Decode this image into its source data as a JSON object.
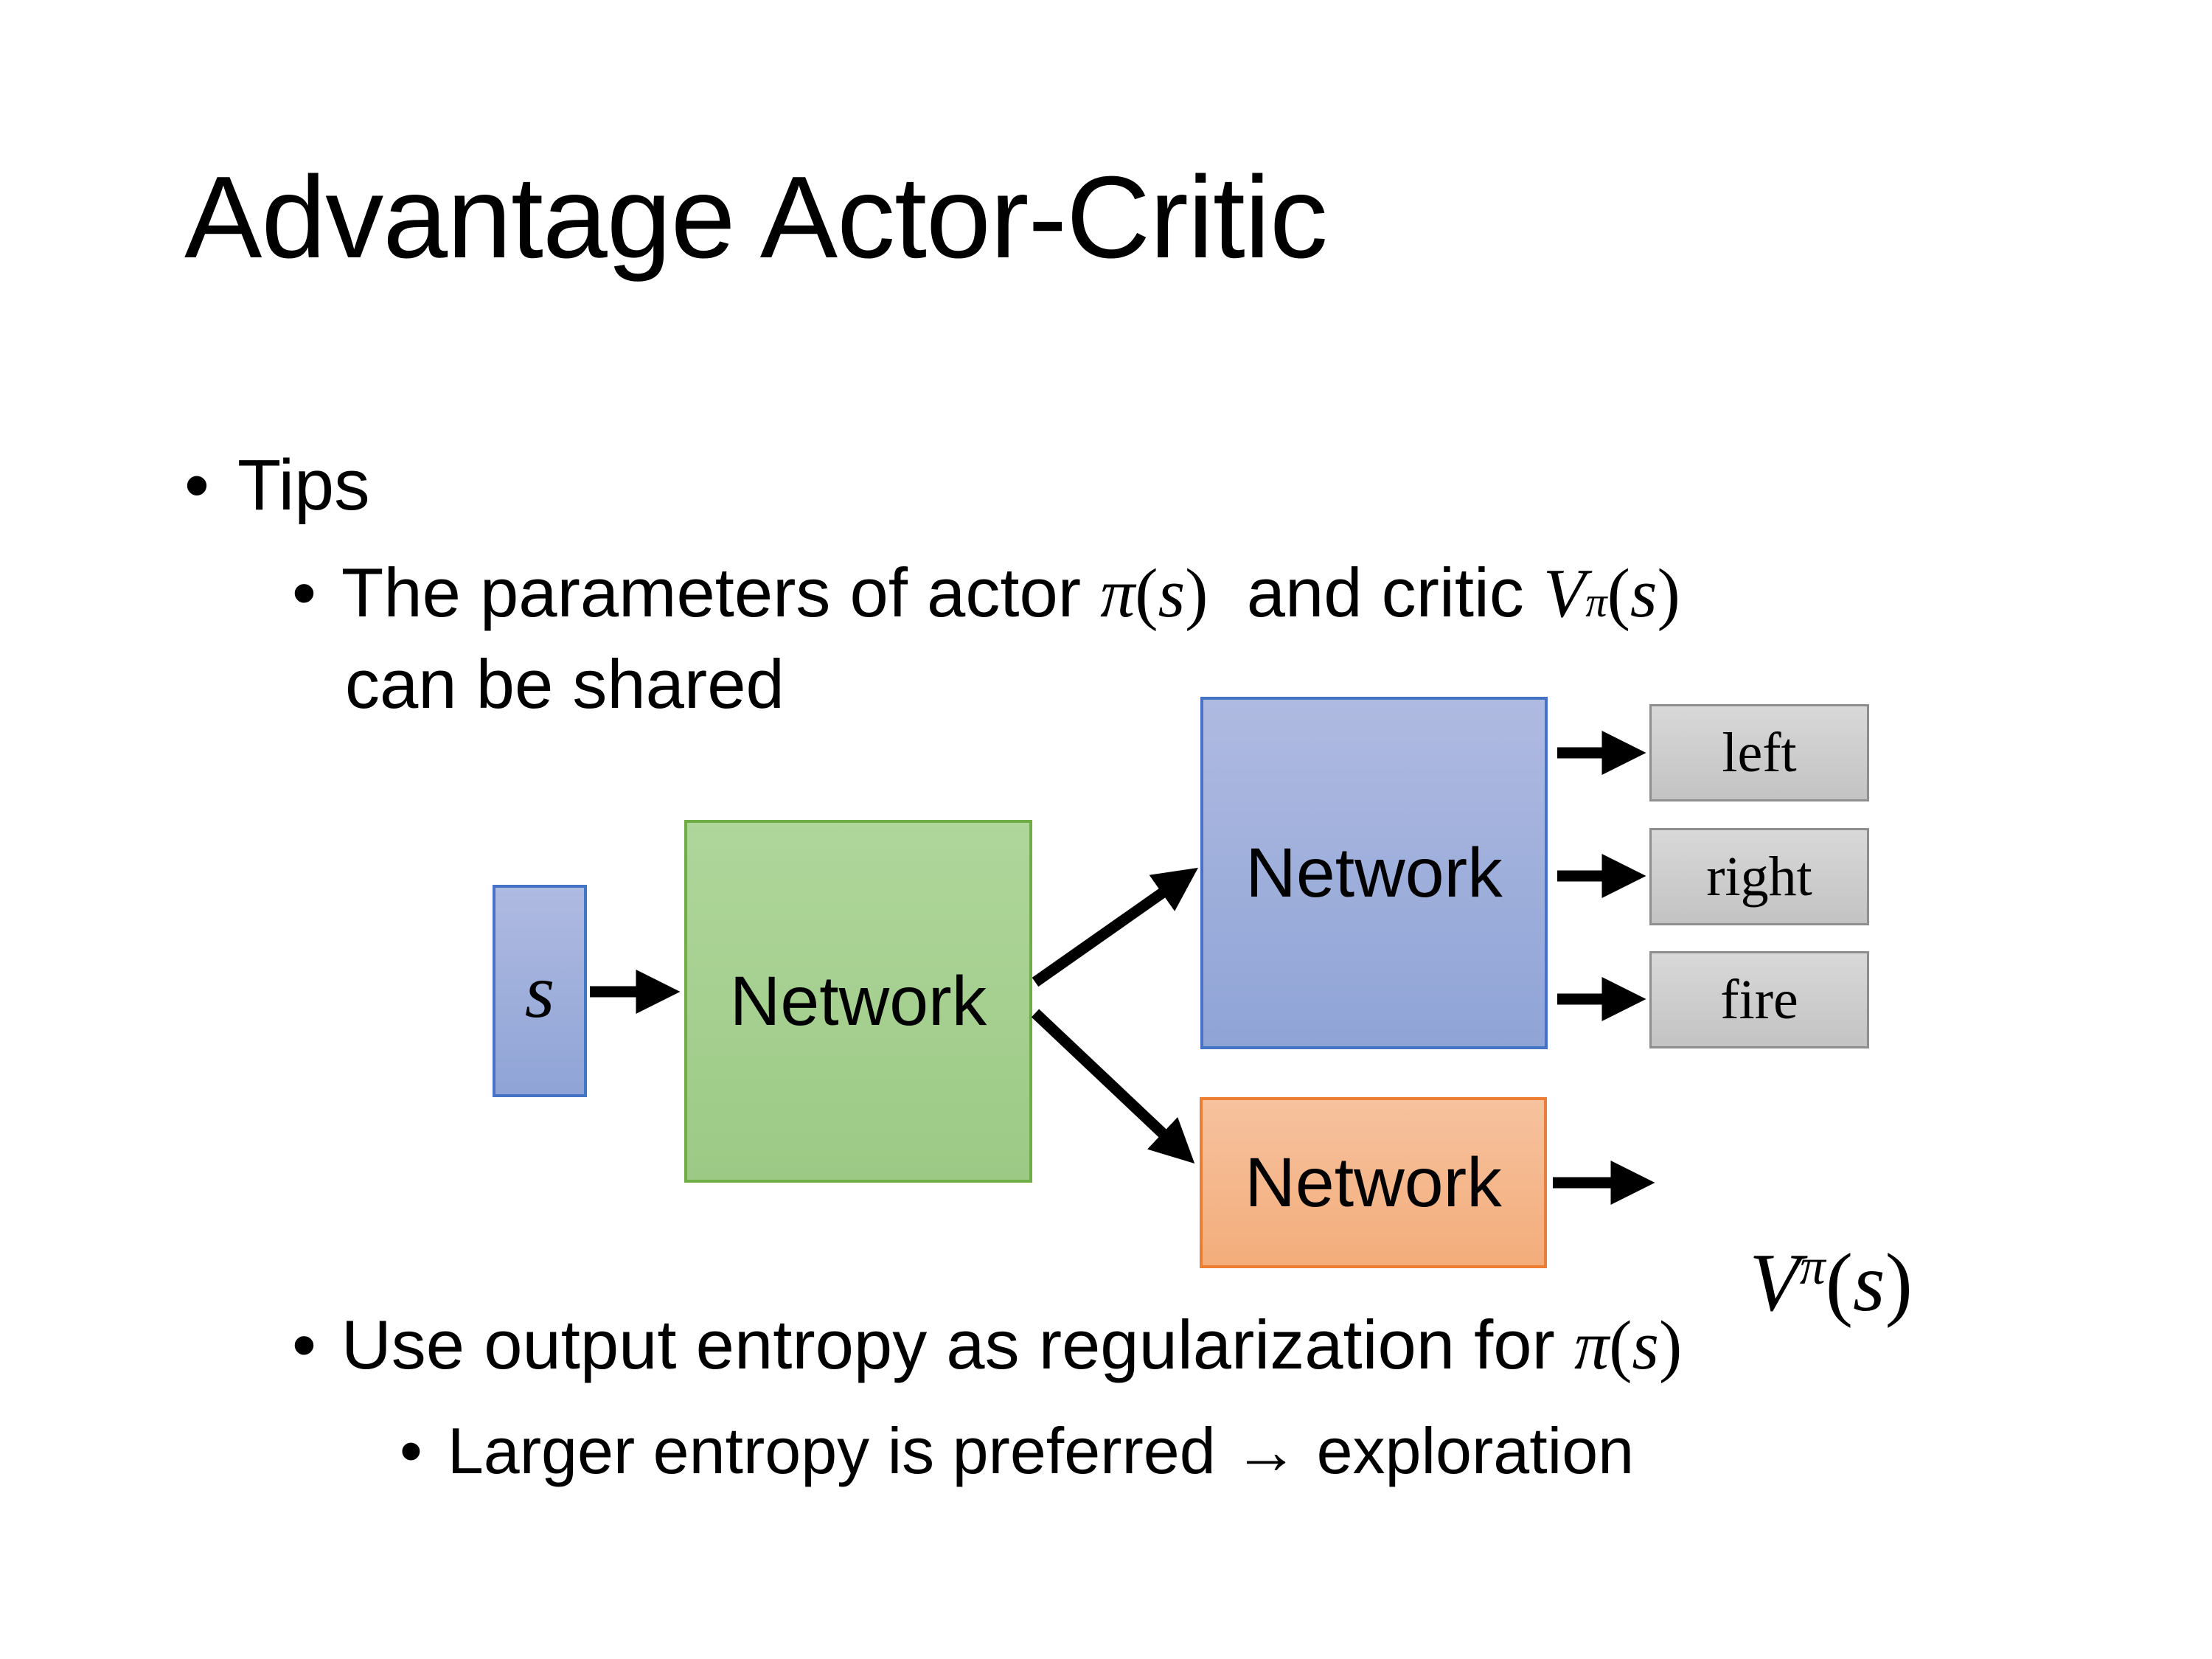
{
  "title": "Advantage Actor-Critic",
  "bullet_glyph": "•",
  "theme": {
    "colors": {
      "text": "#000000",
      "arrow": "#000000",
      "blue_border": "#4472C4",
      "blue_fill_top": "#AFBAE1",
      "blue_fill_bottom": "#8FA4D6",
      "green_border": "#70AD47",
      "green_fill_top": "#AFD69B",
      "green_fill_bottom": "#9CCA85",
      "orange_border": "#ED7D31",
      "orange_fill_top": "#F7C29E",
      "orange_fill_bottom": "#F3AD7B",
      "gray_border": "#8E8E8E",
      "gray_fill_top": "#D8D8D8",
      "gray_fill_bottom": "#C3C3C3"
    }
  },
  "bullets": {
    "tips": "Tips",
    "shared": {
      "prefix": "The parameters of actor ",
      "actor_math": {
        "pi": "π",
        "open": "(",
        "s": "s",
        "close": ")"
      },
      "middle": "  and critic ",
      "critic_math": {
        "V": "V",
        "sup": "π",
        "open": "(",
        "s": "s",
        "close": ")"
      },
      "line2": "can be shared"
    },
    "entropy": {
      "prefix": "Use output entropy as regularization for ",
      "math": {
        "pi": "π",
        "open": "(",
        "s": "s",
        "close": ")"
      }
    },
    "exploration": "Larger entropy is preferred → exploration"
  },
  "diagram": {
    "input_label": "s",
    "shared_network": "Network",
    "actor_network": "Network",
    "critic_network": "Network",
    "actions": [
      "left",
      "right",
      "fire"
    ],
    "critic_output": {
      "V": "V",
      "sup": "π",
      "open": "(",
      "s": "s",
      "close": ")"
    }
  }
}
